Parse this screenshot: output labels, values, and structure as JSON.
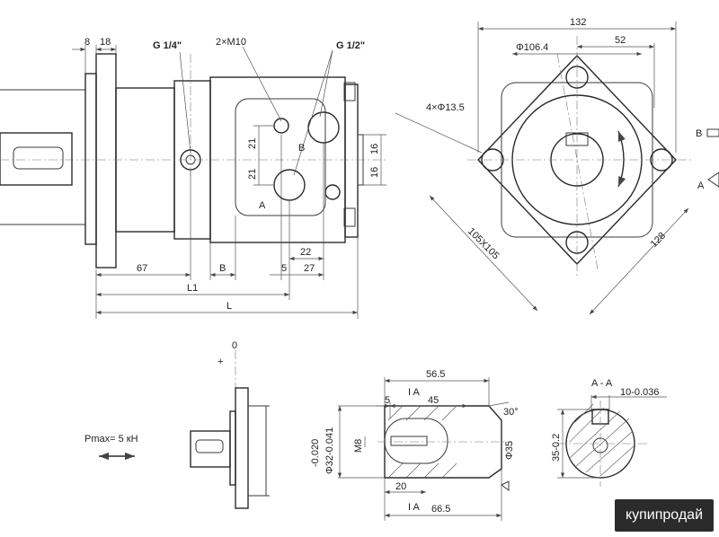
{
  "labels": {
    "dim_8": "8",
    "dim_18": "18",
    "port_g14": "G 1/4\"",
    "bolts_2m10": "2×M10",
    "port_g12": "G 1/2\"",
    "dim_21a": "21",
    "dim_21b": "21",
    "port_b": "B",
    "port_a": "A",
    "dim_16a": "16",
    "dim_16b": "16",
    "dim_67": "67",
    "dim_b": "B",
    "dim_22": "22",
    "dim_5": "5",
    "dim_27": "27",
    "dim_l1": "L1",
    "dim_l": "L",
    "dim_132": "132",
    "dim_d106": "Φ106.4",
    "dim_52": "52",
    "holes_4x": "4×Φ13.5",
    "side_b": "B",
    "side_a": "A",
    "dim_105": "105X105",
    "dim_128": "128",
    "zero": "0",
    "plus": "+",
    "pmax": "Pmax= 5 кН",
    "dim_56_5": "56.5",
    "sec_i_a_top": "I A",
    "dim_5b": "5",
    "dim_45": "45",
    "dim_30deg": "30°",
    "tol_shaft": "-0.020\n-0.041",
    "tol_1": "-0.020",
    "tol_2": "Φ32-0.041",
    "m8": "M8",
    "d35": "Φ35",
    "dim_20": "20",
    "sec_i_a_bot": "I A",
    "dim_66_5": "66.5",
    "section_aa": "A - A",
    "key_tol": "10-0.036",
    "key_depth": "35-0.2"
  },
  "watermark": "купипродай"
}
